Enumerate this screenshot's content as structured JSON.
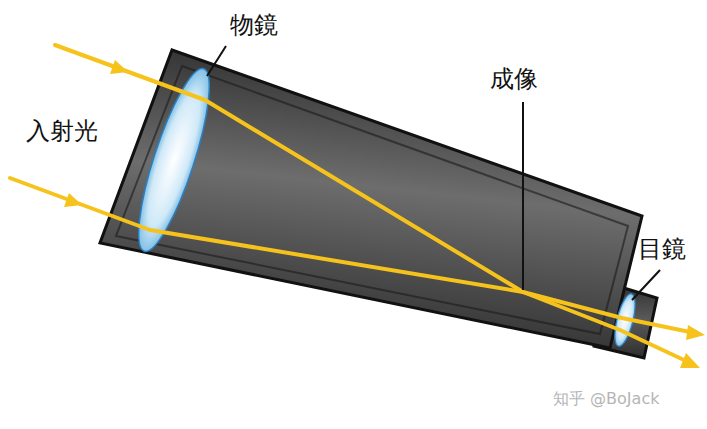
{
  "diagram": {
    "labels": [
      "物鏡",
      "入射光",
      "成像",
      "目鏡",
      "知乎 @BoJack"
    ]
  }
}
